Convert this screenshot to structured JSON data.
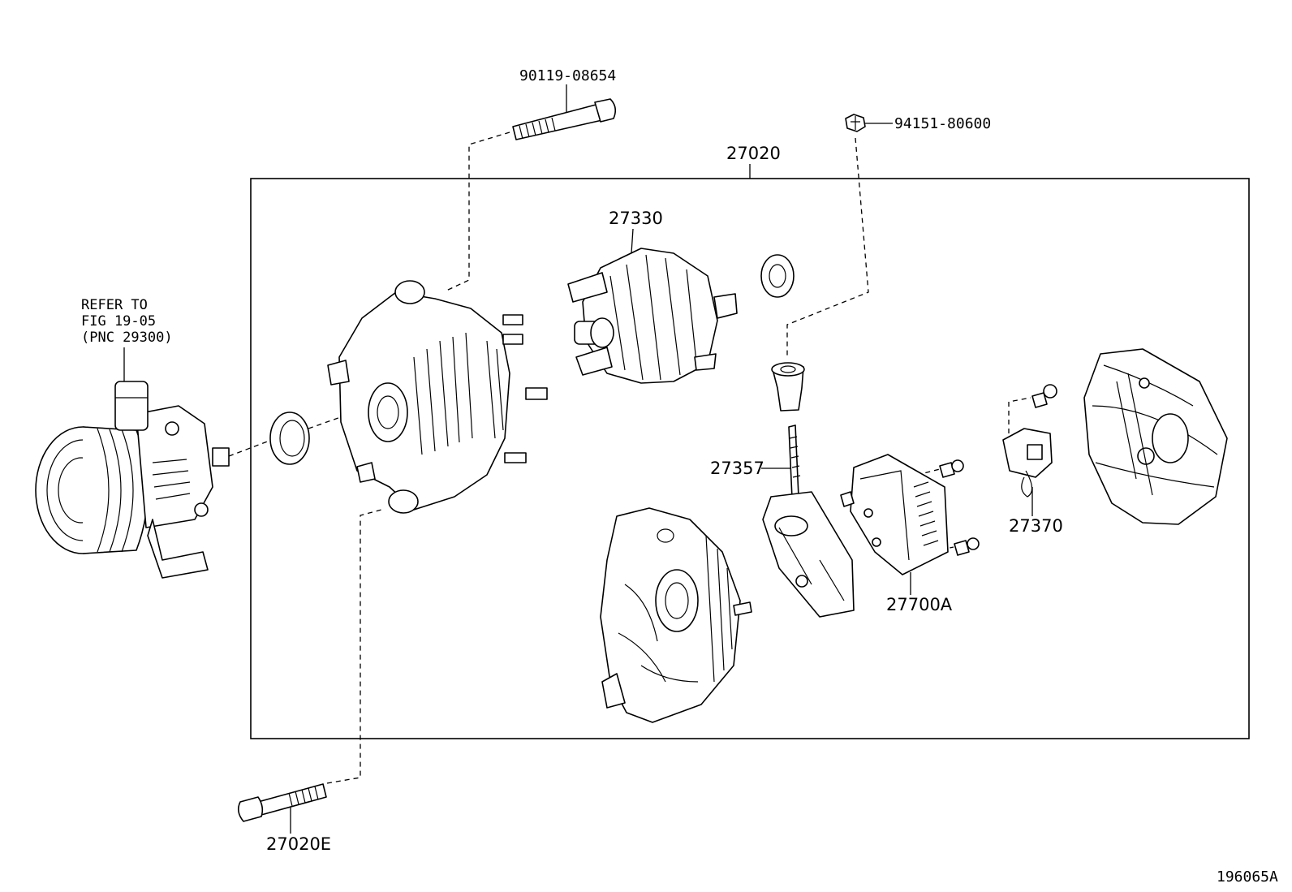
{
  "labels": {
    "bolt_top": "90119-08654",
    "nut_top": "94151-80600",
    "alternator_assy": "27020",
    "rotor": "27330",
    "brush_holder": "27357",
    "regulator": "27700A",
    "terminal_insulator": "27370",
    "bolt_bottom": "27020E",
    "refer_line1": "REFER TO",
    "refer_line2": "FIG 19-05",
    "refer_line3": "(PNC 29300)",
    "figure_code": "196065A"
  }
}
